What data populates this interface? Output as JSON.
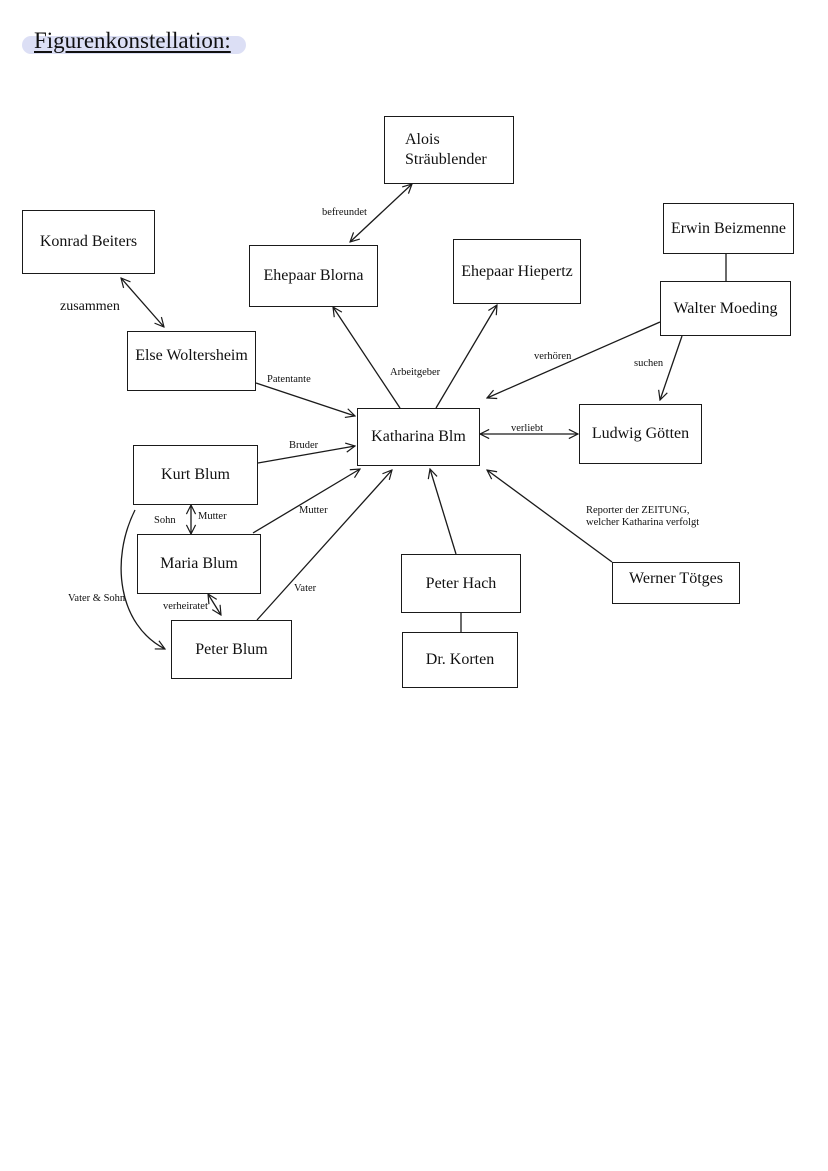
{
  "title": "Figurenkonstellation:",
  "nodes": {
    "alois": "Alois Sträublender",
    "konrad": "Konrad Beiters",
    "blorna": "Ehepaar Blorna",
    "hiepertz": "Ehepaar Hiepertz",
    "beizmenne": "Erwin Beizmenne",
    "moeding": "Walter Moeding",
    "else": "Else Woltersheim",
    "katharina": "Katharina Blm",
    "goetten": "Ludwig Götten",
    "kurt": "Kurt Blum",
    "maria": "Maria Blum",
    "peterblum": "Peter Blum",
    "hach": "Peter Hach",
    "korten": "Dr. Korten",
    "toetges": "Werner Tötges"
  },
  "relations": {
    "befreundet": "befreundet",
    "zusammen": "zusammen",
    "patentante": "Patentante",
    "arbeitgeber": "Arbeitgeber",
    "verhoeren": "verhören",
    "suchen": "suchen",
    "verliebt": "verliebt",
    "bruder": "Bruder",
    "mutter_kurt": "Mutter",
    "sohn": "Sohn",
    "mutter_katharina": "Mutter",
    "vater_sohn": "Vater & Sohn",
    "verheiratet": "verheiratet",
    "vater": "Vater",
    "reporter": "Reporter der ZEITUNG, welcher Katharina verfolgt"
  }
}
